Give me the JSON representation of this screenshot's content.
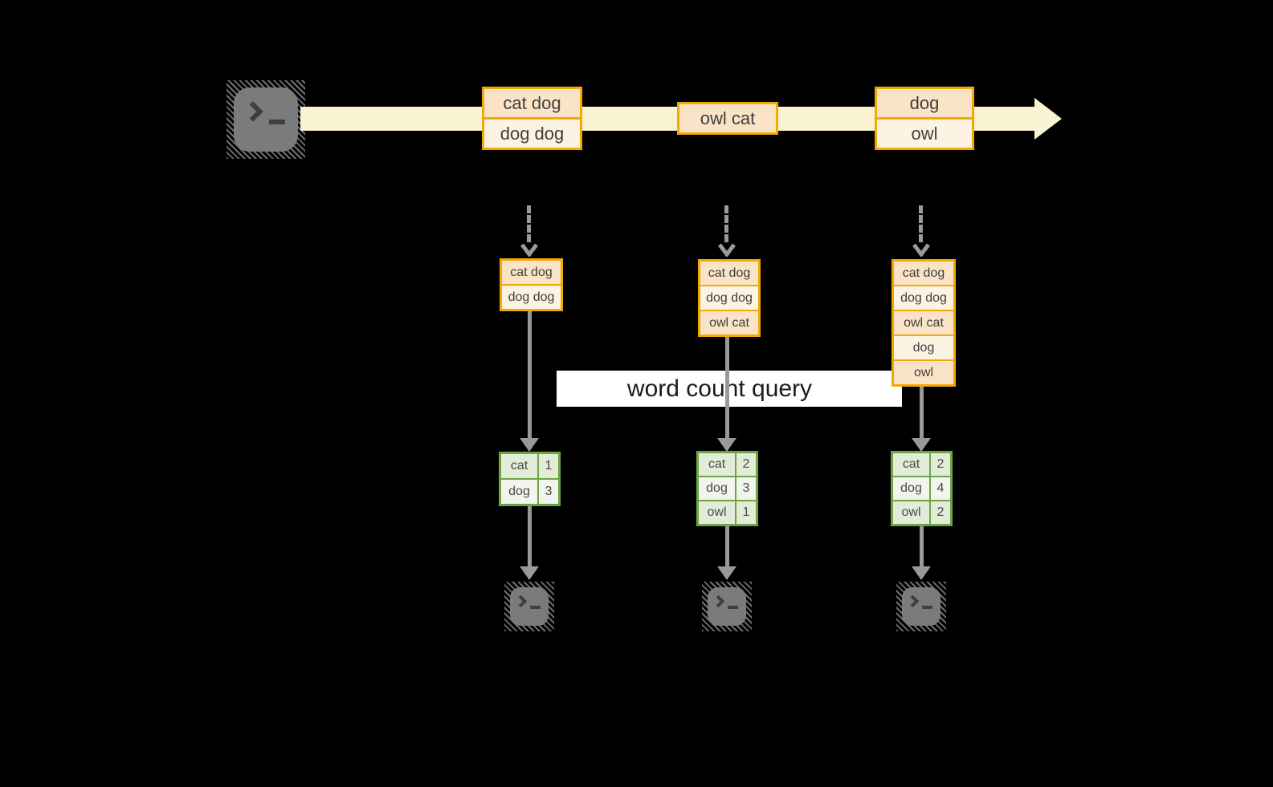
{
  "query_label": "word count query",
  "stream_messages": [
    [
      "cat dog",
      "dog dog"
    ],
    [
      "owl cat"
    ],
    [
      "dog",
      "owl"
    ]
  ],
  "columns": [
    {
      "state_rows": [
        "cat dog",
        "dog dog"
      ],
      "count_table": {
        "words": [
          "cat",
          "dog"
        ],
        "counts": [
          "1",
          "3"
        ]
      }
    },
    {
      "state_rows": [
        "cat dog",
        "dog dog",
        "owl cat"
      ],
      "count_table": {
        "words": [
          "cat",
          "dog",
          "owl"
        ],
        "counts": [
          "2",
          "3",
          "1"
        ]
      }
    },
    {
      "state_rows": [
        "cat dog",
        "dog dog",
        "owl cat",
        "dog",
        "owl"
      ],
      "count_table": {
        "words": [
          "cat",
          "dog",
          "owl"
        ],
        "counts": [
          "2",
          "4",
          "2"
        ]
      }
    }
  ],
  "colors": {
    "background": "#000000",
    "stream_fill": "#FAF3D2",
    "box_border": "#F2A900",
    "box_fill_dark": "#FAE3C6",
    "box_fill_light": "#FDF3E3",
    "table_border": "#6DA544",
    "table_fill_dark": "#E3EBD9",
    "table_fill_light": "#F2F5EE",
    "arrow_gray": "#999999",
    "terminal_gray": "#7B7B7B",
    "query_band_bg": "#FFFFFF",
    "query_text": "#1B1B1B",
    "box_text": "#3F3F3F"
  }
}
